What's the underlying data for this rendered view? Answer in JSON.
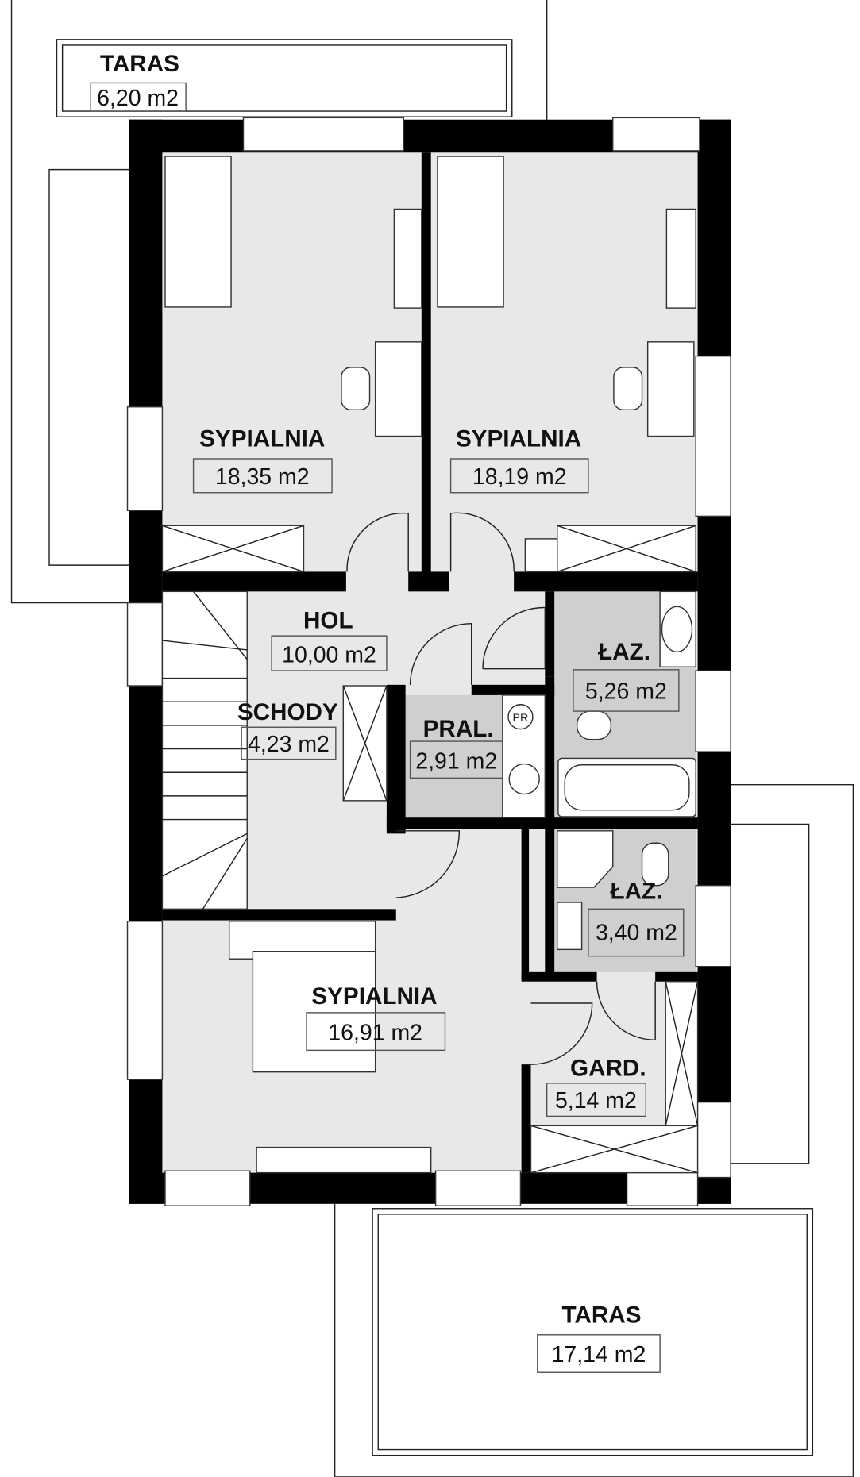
{
  "plan": {
    "rooms": [
      {
        "id": "taras-top",
        "name": "TARAS",
        "area": "6,20 m2"
      },
      {
        "id": "sypialnia-1",
        "name": "SYPIALNIA",
        "area": "18,35 m2"
      },
      {
        "id": "sypialnia-2",
        "name": "SYPIALNIA",
        "area": "18,19 m2"
      },
      {
        "id": "hol",
        "name": "HOL",
        "area": "10,00 m2"
      },
      {
        "id": "schody",
        "name": "SCHODY",
        "area": "4,23 m2"
      },
      {
        "id": "pral",
        "name": "PRAL.",
        "area": "2,91 m2"
      },
      {
        "id": "laz-1",
        "name": "ŁAZ.",
        "area": "5,26 m2"
      },
      {
        "id": "laz-2",
        "name": "ŁAZ.",
        "area": "3,40 m2"
      },
      {
        "id": "sypialnia-3",
        "name": "SYPIALNIA",
        "area": "16,91 m2"
      },
      {
        "id": "gard",
        "name": "GARD.",
        "area": "5,14 m2"
      },
      {
        "id": "taras-bottom",
        "name": "TARAS",
        "area": "17,14 m2"
      }
    ],
    "symbols": {
      "washer_label": "PR"
    },
    "colors": {
      "floor": "#e8e8e8",
      "wet_room": "#cfcfcf",
      "wall": "#000000"
    }
  }
}
